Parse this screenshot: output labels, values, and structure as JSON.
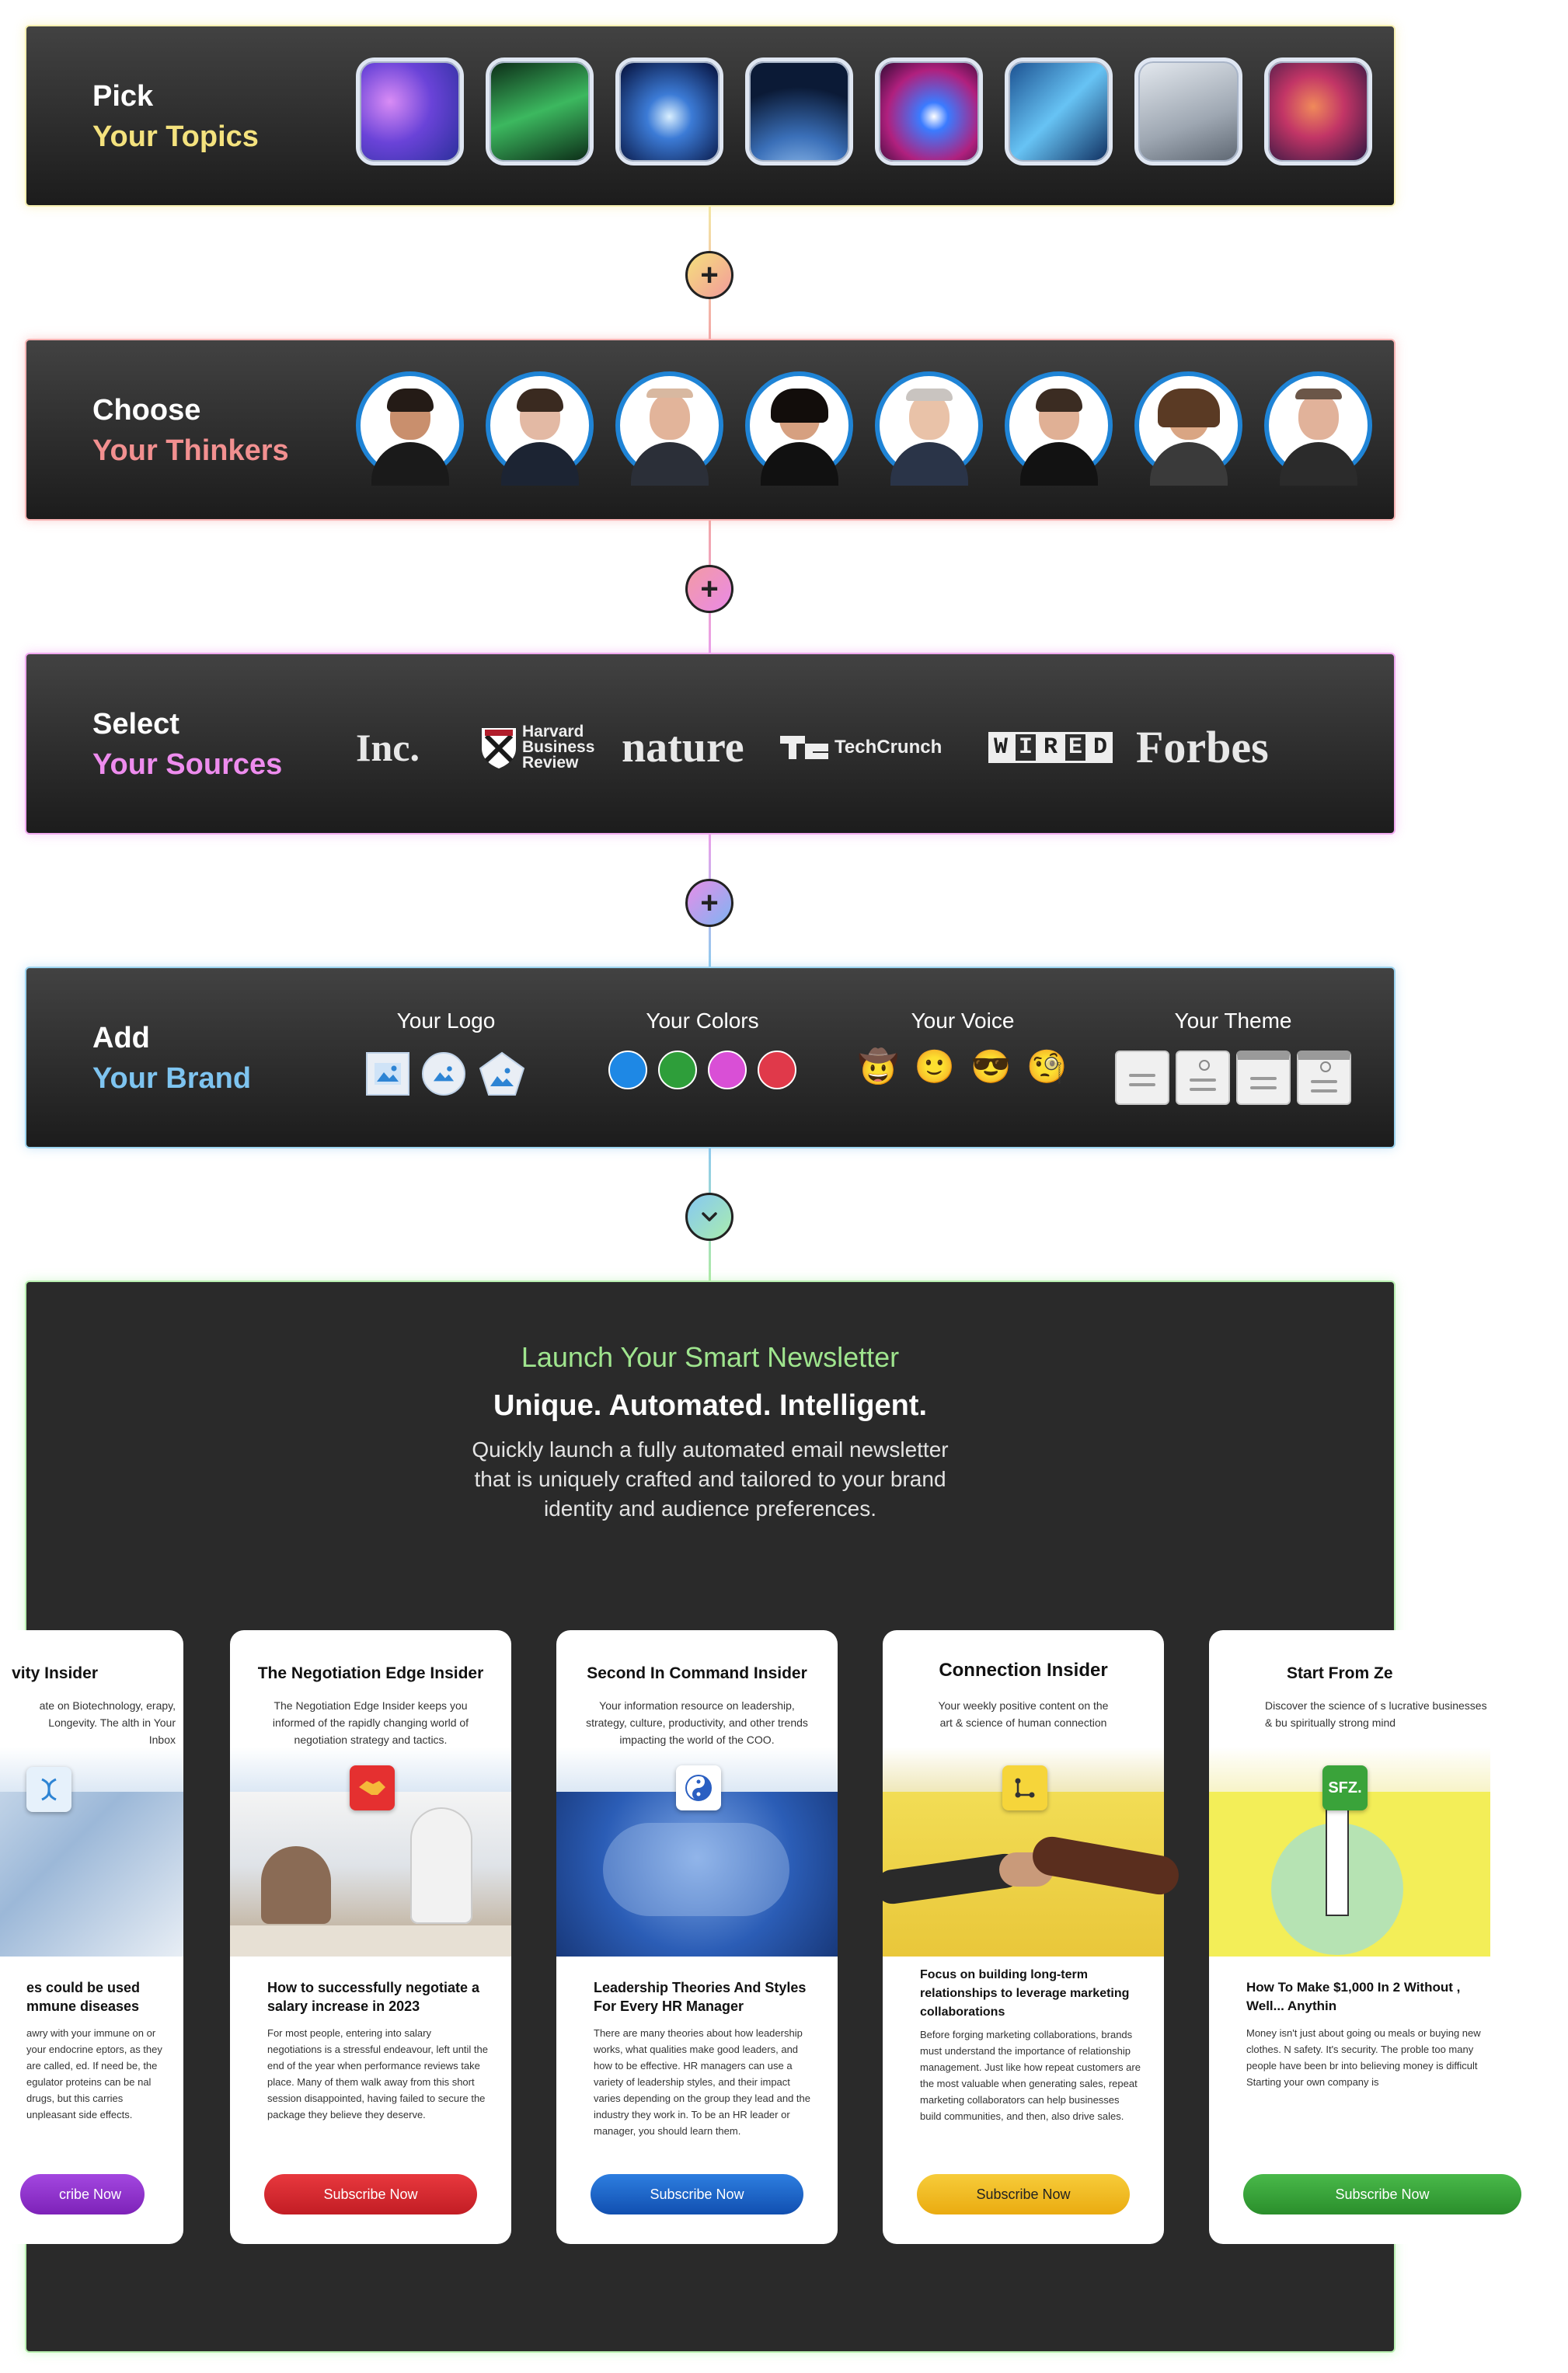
{
  "steps": {
    "topics": {
      "line1": "Pick",
      "line2": "Your Topics"
    },
    "thinkers": {
      "line1": "Choose",
      "line2": "Your Thinkers"
    },
    "sources": {
      "line1": "Select",
      "line2": "Your Sources"
    },
    "brand": {
      "line1": "Add",
      "line2": "Your Brand"
    }
  },
  "connectors": {
    "plus": "+",
    "chevron": "⌄"
  },
  "sources": {
    "inc": "Inc.",
    "hbr_line1": "Harvard",
    "hbr_line2": "Business",
    "hbr_line3": "Review",
    "nature": "nature",
    "techcrunch": "TechCrunch",
    "wired": [
      "W",
      "I",
      "R",
      "E",
      "D"
    ],
    "forbes": "Forbes"
  },
  "brand": {
    "logo_label": "Your Logo",
    "colors_label": "Your Colors",
    "voice_label": "Your Voice",
    "theme_label": "Your Theme",
    "colors": [
      "#1e88e5",
      "#2e9e3a",
      "#d94fd6",
      "#e0394a"
    ],
    "voice_emojis": [
      "🤠",
      "🙂",
      "😎",
      "🧐"
    ]
  },
  "launch": {
    "kicker": "Launch Your Smart Newsletter",
    "headline": "Unique. Automated. Intelligent.",
    "description_line1": "Quickly launch a fully automated email newsletter",
    "description_line2": "that is uniquely crafted and tailored to your brand",
    "description_line3": "identity and audience preferences."
  },
  "cards": [
    {
      "name": "vity Insider",
      "desc": "ate on Biotechnology, erapy, Longevity. The alth in Your Inbox",
      "headline": "es could be used mmune diseases",
      "body": "awry with your immune on or your endocrine eptors, as they are called, ed. If need be, the egulator proteins can be nal drugs, but this carries unpleasant side effects.",
      "cta": "cribe Now",
      "color": "#8e2fc9"
    },
    {
      "name": "The Negotiation Edge Insider",
      "desc": "The Negotiation Edge Insider keeps you informed of the rapidly changing world of negotiation strategy and tactics.",
      "headline": "How to successfully negotiate a salary increase in 2023",
      "body": "For most people, entering into salary negotiations is a stressful endeavour, left until the end of the year when performance reviews take place. Many of them walk away from this short session disappointed, having failed to secure the package they believe they deserve.",
      "cta": "Subscribe Now",
      "color": "#d7262d"
    },
    {
      "name": "Second In Command Insider",
      "desc": "Your information resource on leadership, strategy, culture, productivity, and other trends impacting the world of the COO.",
      "headline": "Leadership Theories And Styles For Every HR Manager",
      "body": "There are many theories about how leadership works, what qualities make good leaders, and how to be effective. HR managers can use a variety of leadership styles, and their impact varies depending on the group they lead and the industry they work in. To be an HR leader or manager, you should learn them.",
      "cta": "Subscribe Now",
      "color": "#1760c9"
    },
    {
      "name": "Connection Insider",
      "desc": "Your weekly positive content on the art & science of human connection",
      "headline": "Focus on building long-term relationships to leverage marketing collaborations",
      "body": "Before forging marketing collaborations, brands must understand the importance of relationship management. Just like how repeat customers are the most valuable when generating sales, repeat marketing collaborators can help businesses build communities, and then, also drive sales.",
      "cta": "Subscribe Now",
      "color": "#f2b81c"
    },
    {
      "name": "Start From Ze",
      "desc": "Discover the science of s lucrative businesses & bu spiritually strong mind",
      "headline": "How To Make $1,000 In 2 Without , Well... Anythin",
      "body": "Money isn't just about going ou meals or buying new clothes. N safety. It's security. The proble too many people have been br into believing money is difficult Starting your own company is",
      "cta": "Subscribe Now",
      "color": "#3aa33a",
      "badge": "SFZ."
    }
  ]
}
